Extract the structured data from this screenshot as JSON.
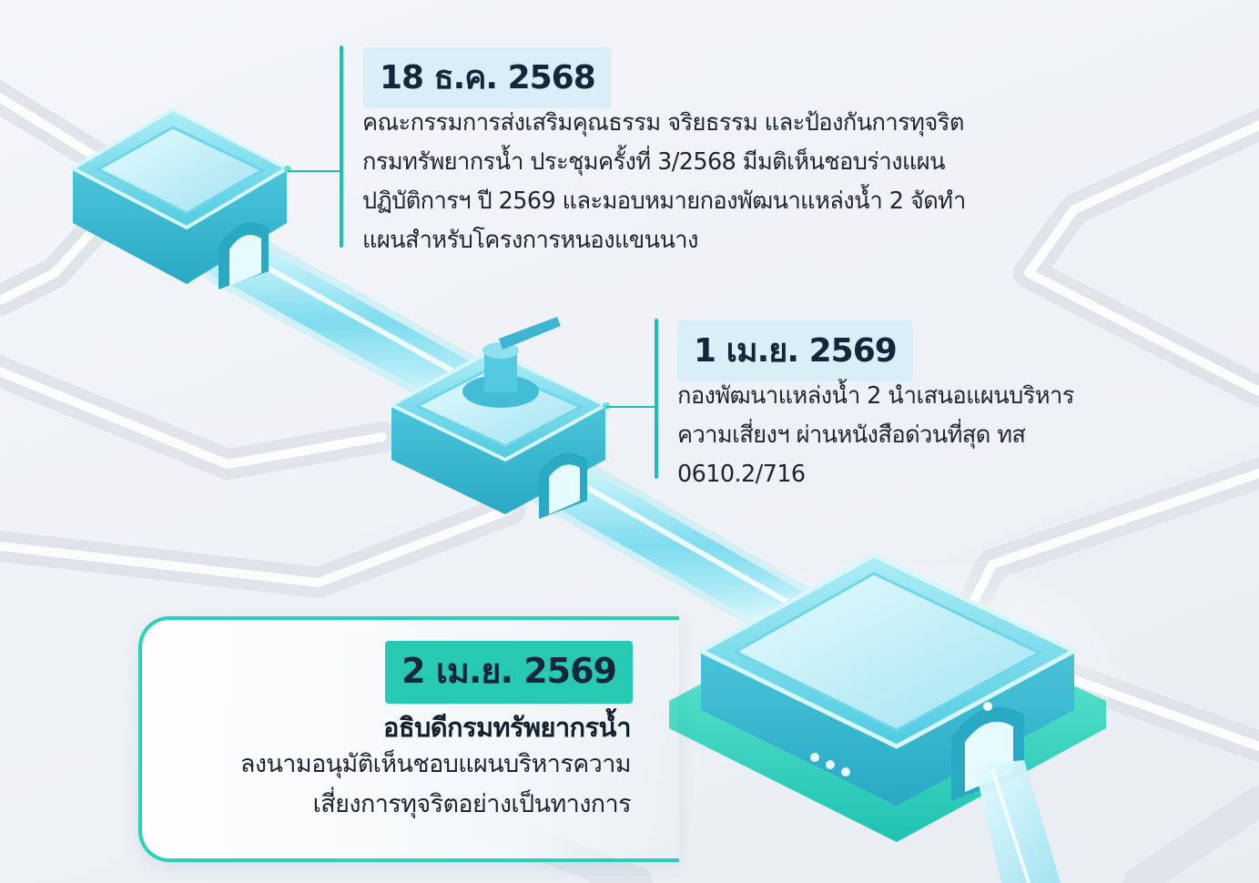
{
  "colors": {
    "accent": "#27c9b2",
    "badge_light": "#d9eef6",
    "water": "#7fd9ec"
  },
  "events": [
    {
      "date": "18 ธ.ค. 2568",
      "lines": [
        "คณะกรรมการส่งเสริมคุณธรรม จริยธรรม และป้องกันการทุจริต",
        "กรมทรัพยากรน้ำ ประชุมครั้งที่ 3/2568 มีมติเห็นชอบร่างแผน",
        "ปฏิบัติการฯ ปี 2569 และมอบหมายกองพัฒนาแหล่งน้ำ 2 จัดทำ",
        "แผนสำหรับโครงการหนองแขนนาง"
      ]
    },
    {
      "date": "1 เม.ย. 2569",
      "lines": [
        "กองพัฒนาแหล่งน้ำ 2 นำเสนอแผนบริหาร",
        "ความเสี่ยงฯ ผ่านหนังสือด่วนที่สุด ทส",
        "0610.2/716"
      ]
    },
    {
      "date": "2 เม.ย. 2569",
      "title": "อธิบดีกรมทรัพยากรน้ำ",
      "lines": [
        "ลงนามอนุมัติเห็นชอบแผนบริหารความ",
        "เสี่ยงการทุจริตอย่างเป็นทางการ"
      ]
    }
  ]
}
